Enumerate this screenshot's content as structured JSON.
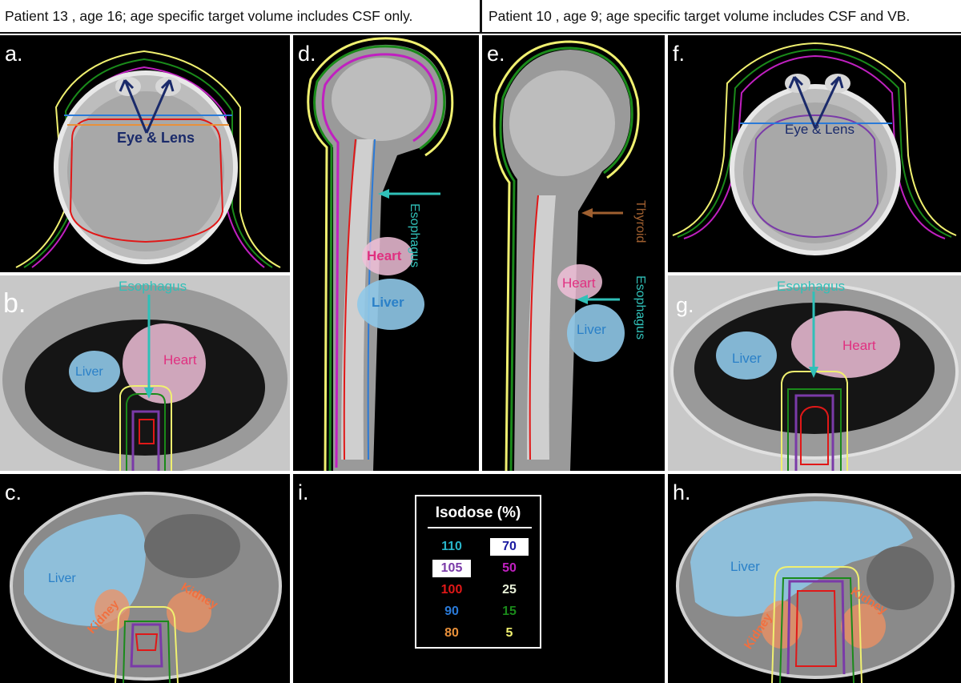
{
  "header": {
    "left": "Patient 13 , age 16; age specific target volume includes CSF only.",
    "right": "Patient 10 , age 9; age specific target volume includes CSF and VB."
  },
  "panels": {
    "a": {
      "label": "a.",
      "annotation": "Eye & Lens"
    },
    "b": {
      "label": "b.",
      "esophagus": "Esophagus",
      "heart": "Heart",
      "liver": "Liver"
    },
    "c": {
      "label": "c.",
      "liver": "Liver",
      "kidney_left": "Kidney",
      "kidney_right": "Kidney"
    },
    "d": {
      "label": "d.",
      "esophagus": "Esophagus",
      "heart": "Heart",
      "liver": "Liver"
    },
    "e": {
      "label": "e.",
      "thyroid": "Thyroid",
      "heart": "Heart",
      "esophagus": "Esophagus",
      "liver": "Liver"
    },
    "f": {
      "label": "f.",
      "annotation": "Eye & Lens"
    },
    "g": {
      "label": "g.",
      "esophagus": "Esophagus",
      "heart": "Heart",
      "liver": "Liver"
    },
    "h": {
      "label": "h.",
      "liver": "Liver",
      "kidney_left": "Kidney",
      "kidney_right": "Kidney"
    },
    "i": {
      "label": "i."
    }
  },
  "legend": {
    "title": "Isodose (%)",
    "entries": [
      {
        "value": "110",
        "color": "#28b4c8",
        "boxed": false
      },
      {
        "value": "70",
        "color": "#1a1aa0",
        "boxed": true
      },
      {
        "value": "105",
        "color": "#7a3aa8",
        "boxed": true
      },
      {
        "value": "50",
        "color": "#c020c0",
        "boxed": false
      },
      {
        "value": "100",
        "color": "#e01818",
        "boxed": false
      },
      {
        "value": "25",
        "color": "#e8f0d8",
        "boxed": false
      },
      {
        "value": "90",
        "color": "#2a7ad8",
        "boxed": false
      },
      {
        "value": "15",
        "color": "#1a8a1a",
        "boxed": false
      },
      {
        "value": "80",
        "color": "#e8903a",
        "boxed": false
      },
      {
        "value": "5",
        "color": "#f0f070",
        "boxed": false
      }
    ]
  },
  "colors": {
    "liver": "#8fc8e8",
    "heart": "#f0c0d8",
    "kidney": "#f09060",
    "esophagus": "#30c0b8",
    "thyroid": "#a06030",
    "eye_lens": "#1a2a6a",
    "heart_text": "#e03080",
    "kidney_text": "#f07040",
    "liver_text": "#2a80c8"
  }
}
